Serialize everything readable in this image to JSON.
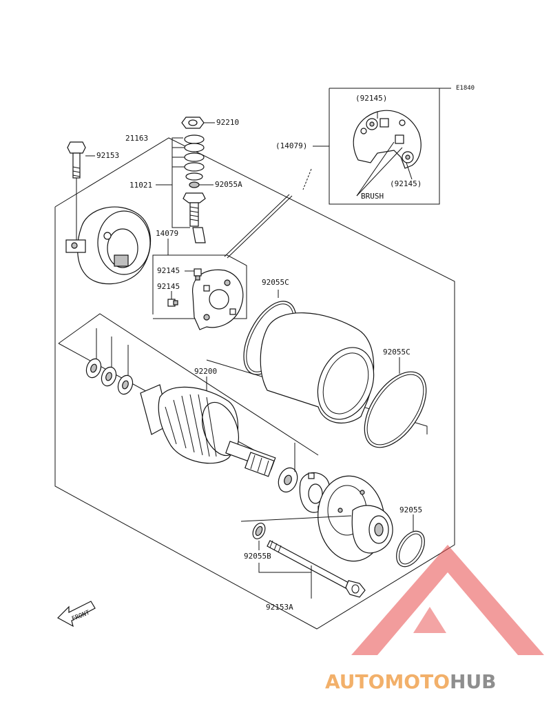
{
  "diagram": {
    "ref_code": "E1840",
    "inset_brush_label": "BRUSH",
    "front_label": "FRONT",
    "part_labels": {
      "p92210": "92210",
      "p21163": "21163",
      "p92153": "92153",
      "p11021": "11021",
      "p92055A": "92055A",
      "p14079": "14079",
      "p14079_inset": "(14079)",
      "p92145_inset_top": "(92145)",
      "p92145_inset_bottom": "(92145)",
      "p92145_a": "92145",
      "p92145_b": "92145",
      "p92055C_top": "92055C",
      "p92055C_right": "92055C",
      "p92200": "92200",
      "p92055": "92055",
      "p92055B": "92055B",
      "p92153A": "92153A"
    }
  },
  "watermark": {
    "word_colored": "AUTOMOTO",
    "word_gray": "HUB",
    "color_orange": "#f2b06a",
    "color_red": "#e84a4a",
    "color_gray": "#8e8e8e"
  }
}
